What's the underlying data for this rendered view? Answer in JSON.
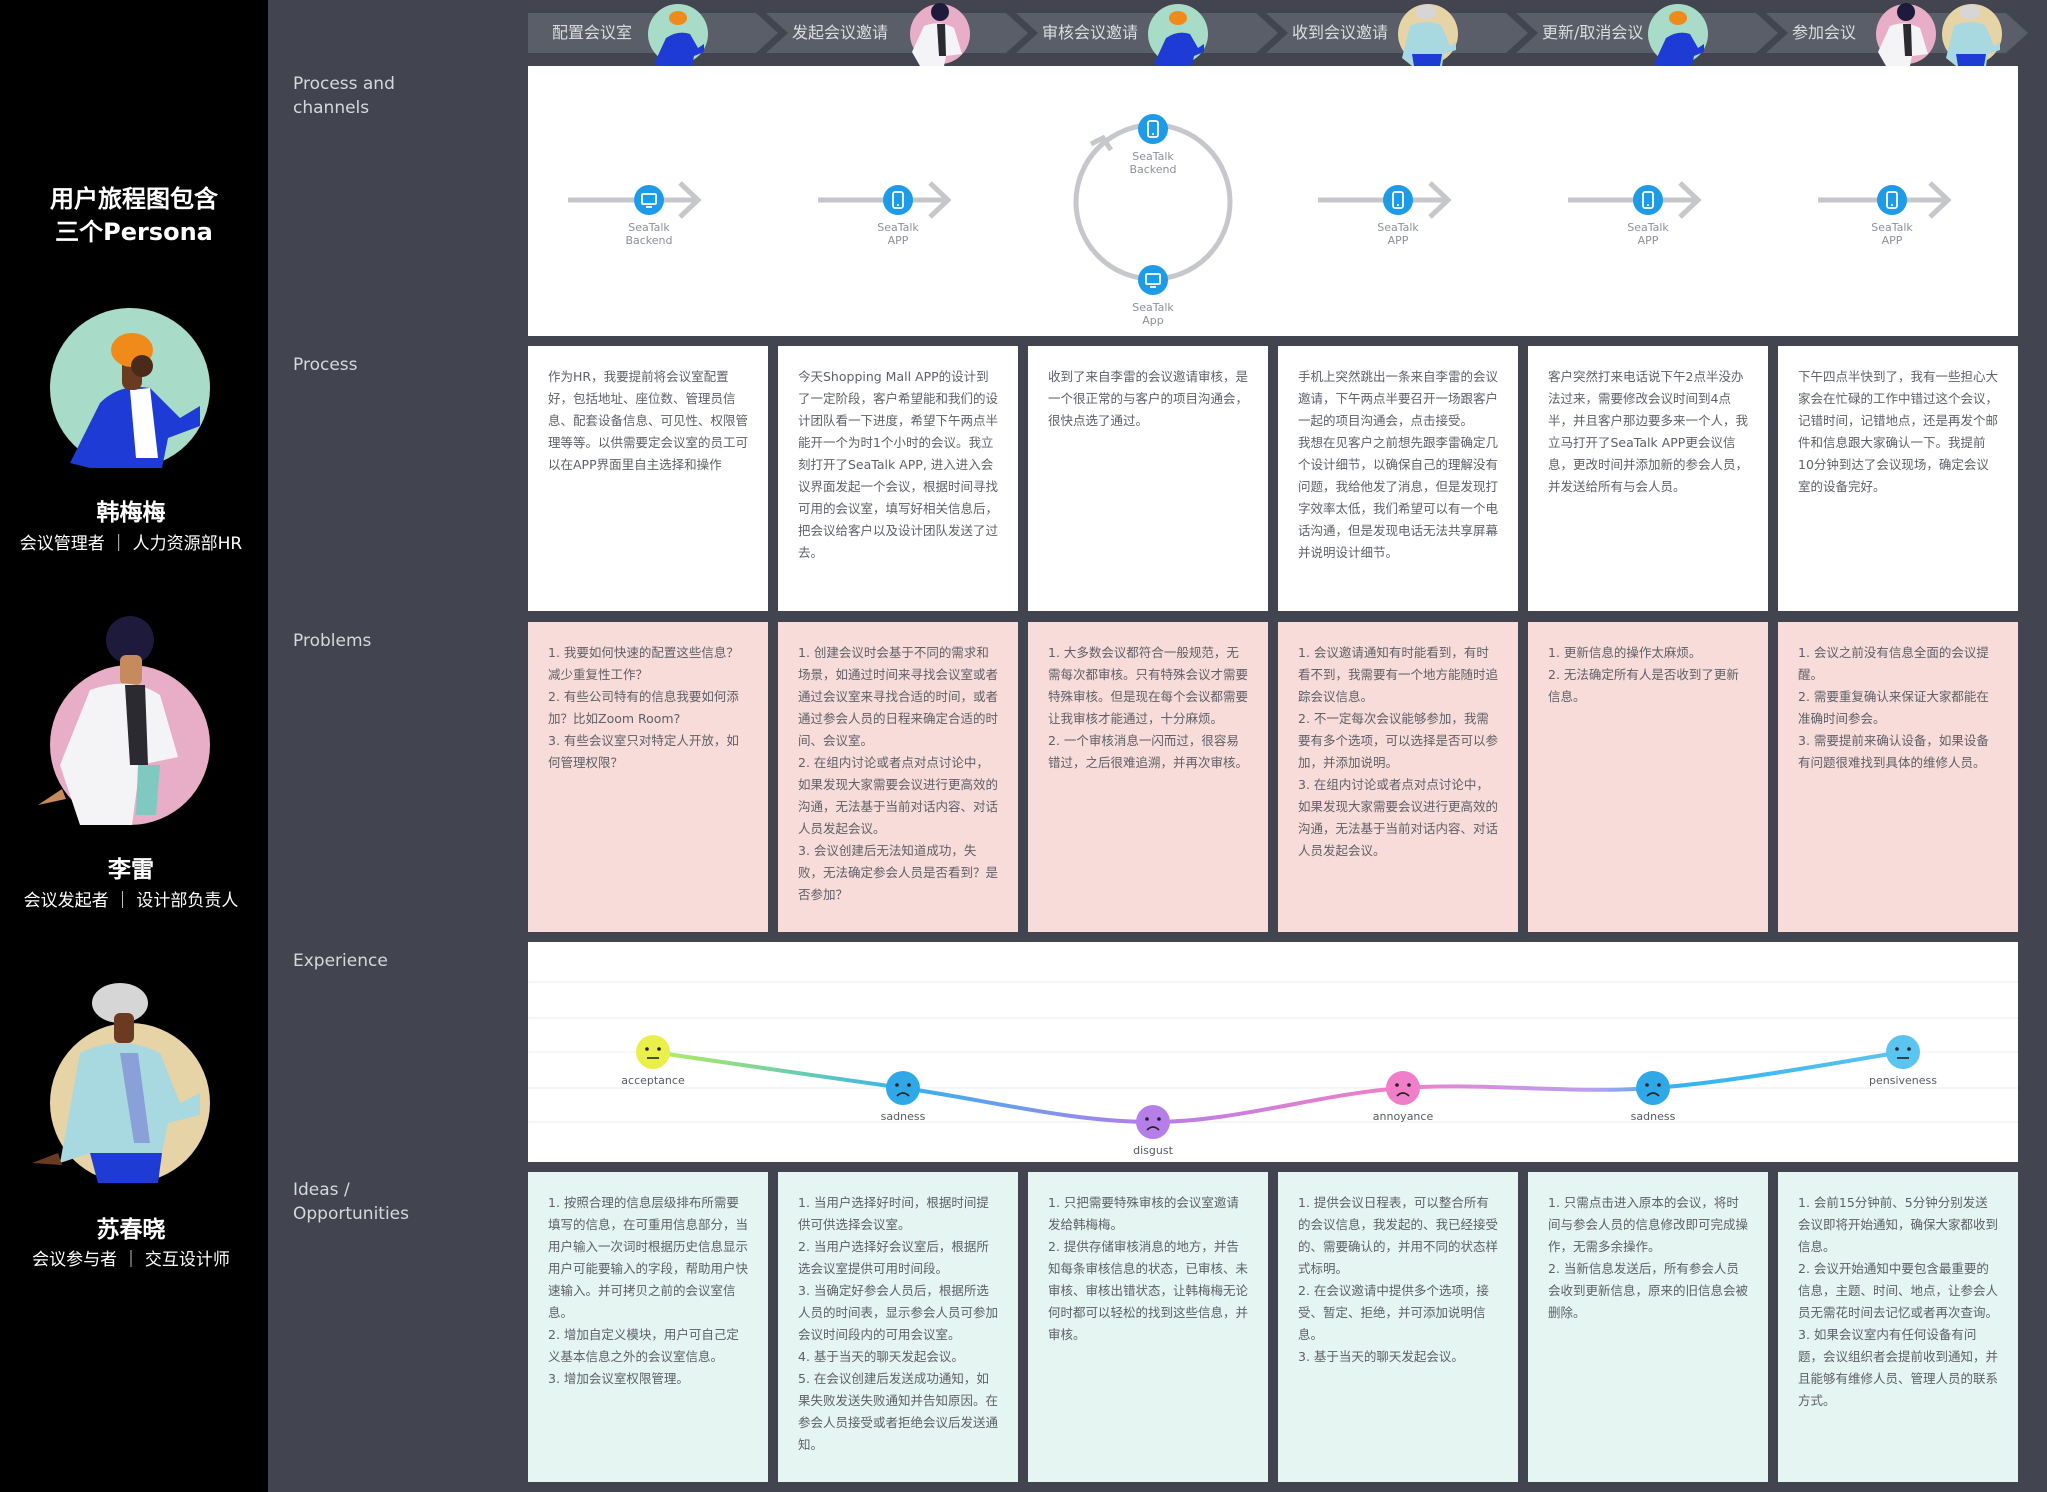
{
  "persona_panel": {
    "title_line1": "用户旅程图包含",
    "title_line2": "三个Persona",
    "personas": [
      {
        "name": "韩梅梅",
        "role": "会议管理者 ｜ 人力资源部HR",
        "bg": "#a8dcc8"
      },
      {
        "name": "李雷",
        "role": "会议发起者 ｜ 设计部负责人",
        "bg": "#e8aec8"
      },
      {
        "name": "苏春晓",
        "role": "会议参与者 ｜ 交互设计师",
        "bg": "#e6d3a6"
      }
    ]
  },
  "stages": [
    "配置会议室",
    "发起会议邀请",
    "审核会议邀请",
    "收到会议邀请",
    "更新/取消会议",
    "参加会议"
  ],
  "row_labels": {
    "channels_line1": "Process and",
    "channels_line2": "channels",
    "process": "Process",
    "problems": "Problems",
    "experience": "Experience",
    "ideas_line1": "Ideas /",
    "ideas_line2": "Opportunities"
  },
  "channels": [
    {
      "line1": "SeaTalk",
      "line2": "Backend",
      "icon": "monitor-icon"
    },
    {
      "line1": "SeaTalk",
      "line2": "APP",
      "icon": "phone-icon"
    },
    {
      "top_line1": "SeaTalk",
      "top_line2": "Backend",
      "bottom_line1": "SeaTalk",
      "bottom_line2": "App",
      "icon": "cycle"
    },
    {
      "line1": "SeaTalk",
      "line2": "APP",
      "icon": "phone-icon"
    },
    {
      "line1": "SeaTalk",
      "line2": "APP",
      "icon": "phone-icon"
    },
    {
      "line1": "SeaTalk",
      "line2": "APP",
      "icon": "phone-icon"
    }
  ],
  "process": [
    "作为HR，我要提前将会议室配置好，包括地址、座位数、管理员信息、配套设备信息、可见性、权限管理等等。以供需要定会议室的员工可以在APP界面里自主选择和操作",
    "今天Shopping Mall APP的设计到了一定阶段，客户希望能和我们的设计团队看一下进度，希望下午两点半能开一个为时1个小时的会议。我立刻打开了SeaTalk APP, 进入进入会议界面发起一个会议，根据时间寻找可用的会议室，填写好相关信息后，把会议给客户以及设计团队发送了过去。",
    "收到了来自李雷的会议邀请审核，是一个很正常的与客户的项目沟通会，很快点选了通过。",
    "手机上突然跳出一条来自李雷的会议邀请，下午两点半要召开一场跟客户一起的项目沟通会，点击接受。\n我想在见客户之前想先跟李雷确定几个设计细节，以确保自己的理解没有问题，我给他发了消息，但是发现打字效率太低，我们希望可以有一个电话沟通，但是发现电话无法共享屏幕并说明设计细节。",
    "客户突然打来电话说下午2点半没办法过来，需要修改会议时间到4点半，并且客户那边要多来一个人，我立马打开了SeaTalk APP更会议信息，更改时间并添加新的参会人员，并发送给所有与会人员。",
    "下午四点半快到了，我有一些担心大家会在忙碌的工作中错过这个会议，记错时间，记错地点，还是再发个邮件和信息跟大家确认一下。我提前10分钟到达了会议现场，确定会议室的设备完好。"
  ],
  "problems": [
    "1. 我要如何快速的配置这些信息？减少重复性工作？\n2. 有些公司特有的信息我要如何添加？比如Zoom Room?\n3. 有些会议室只对特定人开放，如何管理权限？",
    "1. 创建会议时会基于不同的需求和场景，如通过时间来寻找会议室或者通过会议室来寻找合适的时间，或者通过参会人员的日程来确定合适的时间、会议室。\n2. 在组内讨论或者点对点讨论中，如果发现大家需要会议进行更高效的沟通，无法基于当前对话内容、对话人员发起会议。\n3. 会议创建后无法知道成功，失败，无法确定参会人员是否看到？是否参加？",
    "1. 大多数会议都符合一般规范，无需每次都审核。只有特殊会议才需要特殊审核。但是现在每个会议都需要让我审核才能通过，十分麻烦。\n2. 一个审核消息一闪而过，很容易错过，之后很难追溯，并再次审核。",
    "1.  会议邀请通知有时能看到，有时看不到，我需要有一个地方能随时追踪会议信息。\n2. 不一定每次会议能够参加，我需要有多个选项，可以选择是否可以参加，并添加说明。\n3. 在组内讨论或者点对点讨论中，如果发现大家需要会议进行更高效的沟通，无法基于当前对话内容、对话人员发起会议。",
    "1. 更新信息的操作太麻烦。\n2. 无法确定所有人是否收到了更新信息。",
    "1. 会议之前没有信息全面的会议提醒。\n2. 需要重复确认来保证大家都能在准确时间参会。\n3. 需要提前来确认设备，如果设备有问题很难找到具体的维修人员。"
  ],
  "experience": {
    "points": [
      {
        "label": "acceptance",
        "level": 2,
        "color": "#e9f04a"
      },
      {
        "label": "sadness",
        "level": 1,
        "color": "#2fa8e8"
      },
      {
        "label": "disgust",
        "level": 0,
        "color": "#b67ee8"
      },
      {
        "label": "annoyance",
        "level": 1,
        "color": "#f07ec8"
      },
      {
        "label": "sadness",
        "level": 1,
        "color": "#2fa8e8"
      },
      {
        "label": "pensiveness",
        "level": 2,
        "color": "#5cc4f0"
      }
    ]
  },
  "ideas": [
    "1. 按照合理的信息层级排布所需要填写的信息，在可重用信息部分，当用户输入一次词时根据历史信息显示用户可能要输入的字段，帮助用户快速输入。并可拷贝之前的会议室信息。\n2. 增加自定义模块，用户可自己定义基本信息之外的会议室信息。\n3. 增加会议室权限管理。",
    "1. 当用户选择好时间，根据时间提供可供选择会议室。\n2. 当用户选择好会议室后，根据所选会议室提供可用时间段。\n3. 当确定好参会人员后，根据所选人员的时间表，显示参会人员可参加会议时间段内的可用会议室。\n4. 基于当天的聊天发起会议。\n5. 在会议创建后发送成功通知，如果失败发送失败通知并告知原因。在参会人员接受或者拒绝会议后发送通知。",
    "1. 只把需要特殊审核的会议室邀请发给韩梅梅。\n2. 提供存储审核消息的地方，并告知每条审核信息的状态，已审核、未审核、审核出错状态，让韩梅梅无论何时都可以轻松的找到这些信息，并审核。",
    "1. 提供会议日程表，可以整合所有的会议信息，我发起的、我已经接受的、需要确认的，并用不同的状态样式标明。\n2. 在会议邀请中提供多个选项，接受、暂定、拒绝，并可添加说明信息。\n3. 基于当天的聊天发起会议。",
    "1. 只需点击进入原本的会议，将时间与参会人员的信息修改即可完成操作，无需多余操作。\n2. 当新信息发送后，所有参会人员会收到更新信息，原来的旧信息会被删除。",
    "1. 会前15分钟前、5分钟分别发送会议即将开始通知，确保大家都收到信息。\n2. 会议开始通知中要包含最重要的信息，主题、时间、地点，让参会人员无需花时间去记忆或者再次查询。\n3. 如果会议室内有任何设备有问题，会议组织者会提前收到通知，并且能够有维修人员、管理人员的联系方式。"
  ]
}
